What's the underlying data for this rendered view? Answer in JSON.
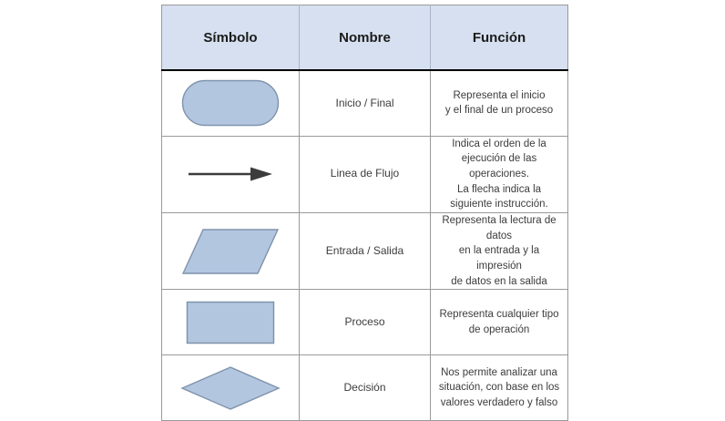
{
  "table": {
    "headers": [
      {
        "label": "Símbolo",
        "name": "header-symbol"
      },
      {
        "label": "Nombre",
        "name": "header-name"
      },
      {
        "label": "Función",
        "name": "header-function"
      }
    ],
    "header_bg": "#d6e0f0",
    "header_text_color": "#1b1b1b",
    "shape_fill": "#b3c6e0",
    "shape_stroke": "#7f93ab",
    "arrow_color": "#3c3c3c",
    "grid_color": "#9a9a9a",
    "rows": [
      {
        "shape": "stadium-shape",
        "name": "Inicio / Final",
        "function": "Representa el inicio\ny el final de un proceso"
      },
      {
        "shape": "flow-arrow-shape",
        "name": "Linea de Flujo",
        "function": "Indica el orden de la\nejecución de las operaciones.\nLa flecha indica la\nsiguiente instrucción."
      },
      {
        "shape": "parallelogram-shape",
        "name": "Entrada / Salida",
        "function": "Representa la lectura de datos\nen la entrada y la impresión\nde datos en la salida"
      },
      {
        "shape": "rectangle-shape",
        "name": "Proceso",
        "function": "Representa cualquier tipo\nde operación"
      },
      {
        "shape": "diamond-shape",
        "name": "Decisión",
        "function": "Nos permite analizar una\nsituación, con base en los\nvalores verdadero y falso"
      }
    ]
  }
}
